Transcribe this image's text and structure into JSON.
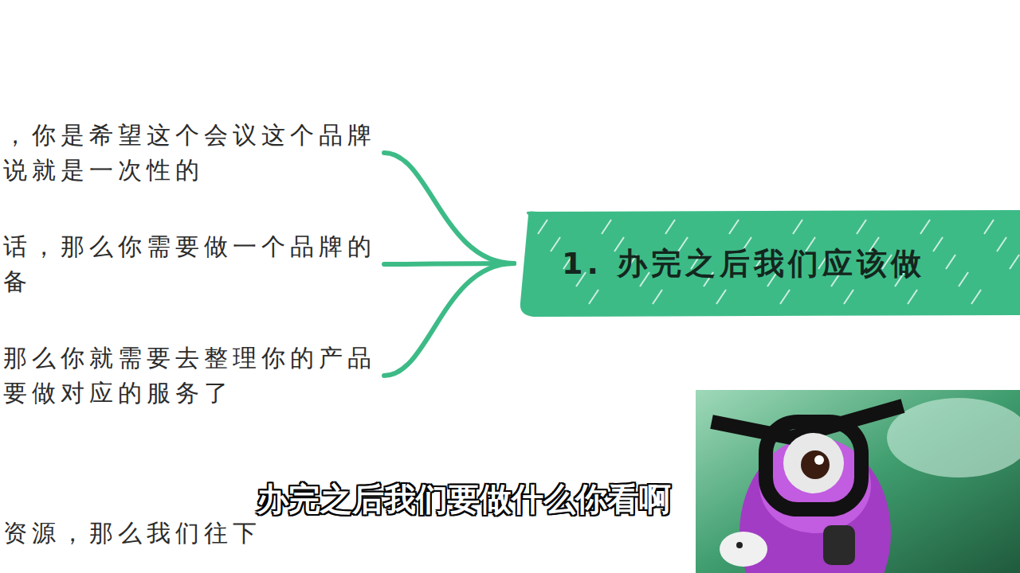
{
  "diagram": {
    "nodes": [
      {
        "text": [
          "1. 办完之后我们应该做"
        ]
      },
      {
        "text": [
          "，你是希望这个会议这个品牌 说就是一次性的"
        ]
      },
      {
        "text": [
          "话，那么你需要做一个品牌的 备"
        ]
      },
      {
        "text": [
          "那么你就需要去整理你的产品 要做对应的服务了"
        ]
      }
    ],
    "edges": [
      {
        "from": 0,
        "to": 1,
        "arrow": "none"
      },
      {
        "from": 0,
        "to": 2,
        "arrow": "none"
      },
      {
        "from": 0,
        "to": 3,
        "arrow": "none"
      }
    ],
    "labels": [
      "资源，那么我们往下",
      "办完之后我们要做什么你看啊"
    ]
  }
}
